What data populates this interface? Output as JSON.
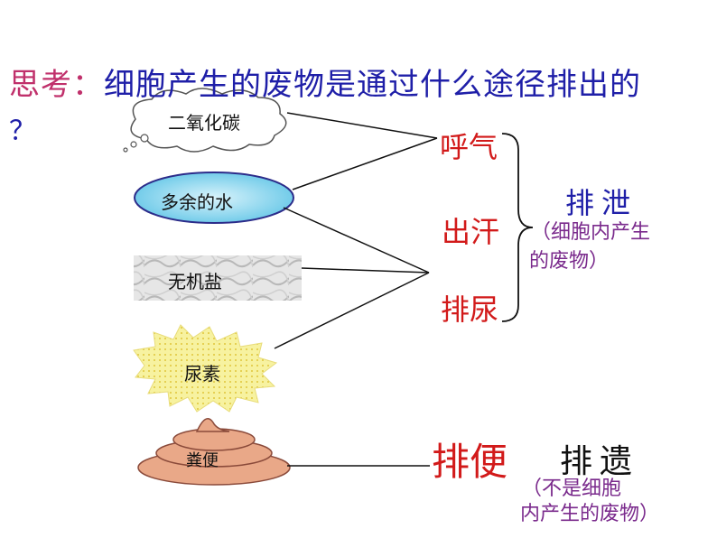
{
  "question": {
    "prefix": "思考：",
    "body": "细胞产生的废物是通过什么途径排出的",
    "tail": "？"
  },
  "items": {
    "co2": "二氧化碳",
    "water": "多余的水",
    "salt": "无机盐",
    "urea": "尿素",
    "feces": "粪便"
  },
  "routes": {
    "breath": "呼气",
    "sweat": "出汗",
    "urine": "排尿",
    "defecate": "排便"
  },
  "categories": {
    "excretion_title": "排泄",
    "excretion_note_line1": "（细胞内产生",
    "excretion_note_line2": "的废物）",
    "egestion_title": "排遗",
    "egestion_note_line1": "（不是细胞",
    "egestion_note_line2": "内产生的废物）"
  },
  "colors": {
    "question_prefix": "#c0306b",
    "question_body": "#1f1fa8",
    "route_text": "#d21a1a",
    "excretion_title": "#1f1fa8",
    "note_text": "#7a2a8c",
    "water_fill": "#7fd0ea",
    "urea_fill": "#f7f2a0",
    "feces_fill": "#e9a888"
  }
}
